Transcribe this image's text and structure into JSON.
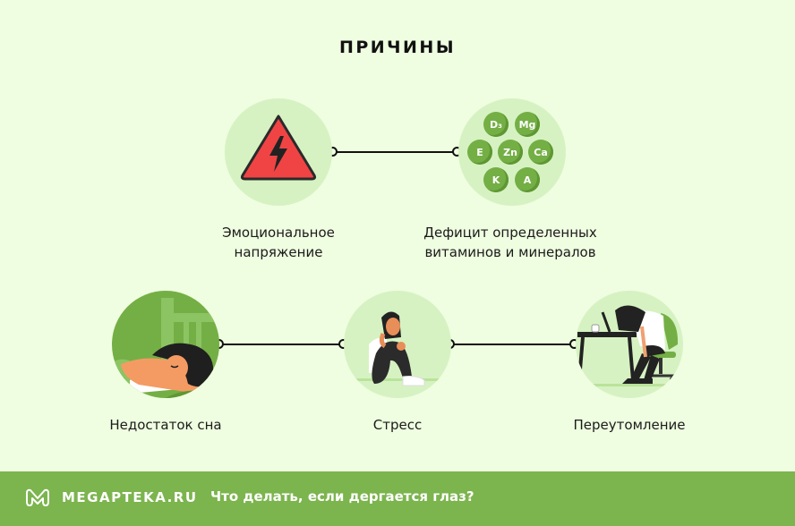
{
  "title": "ПРИЧИНЫ",
  "causes": [
    {
      "id": "emotional",
      "label_line1": "Эмоциональное",
      "label_line2": "напряжение",
      "icon": "warning-lightning-icon"
    },
    {
      "id": "vitamins",
      "label_line1": "Дефицит определенных",
      "label_line2": "витаминов и минералов",
      "icon": "vitamins-icon",
      "pills": [
        "D₃",
        "Mg",
        "E",
        "Zn",
        "Ca",
        "K",
        "A"
      ]
    },
    {
      "id": "sleep",
      "label": "Недостаток сна",
      "icon": "sleeping-woman-icon"
    },
    {
      "id": "stress",
      "label": "Стресс",
      "icon": "stressed-woman-icon"
    },
    {
      "id": "overwork",
      "label": "Переутомление",
      "icon": "exhausted-worker-icon"
    }
  ],
  "colors": {
    "background": "#effde0",
    "node_fill": "#d6f2c2",
    "accent_green": "#7cb44e",
    "warning_red": "#f04444"
  },
  "footer": {
    "brand": "MEGAPTEKA.RU",
    "article_title": "Что делать, если дергается глаз?"
  }
}
